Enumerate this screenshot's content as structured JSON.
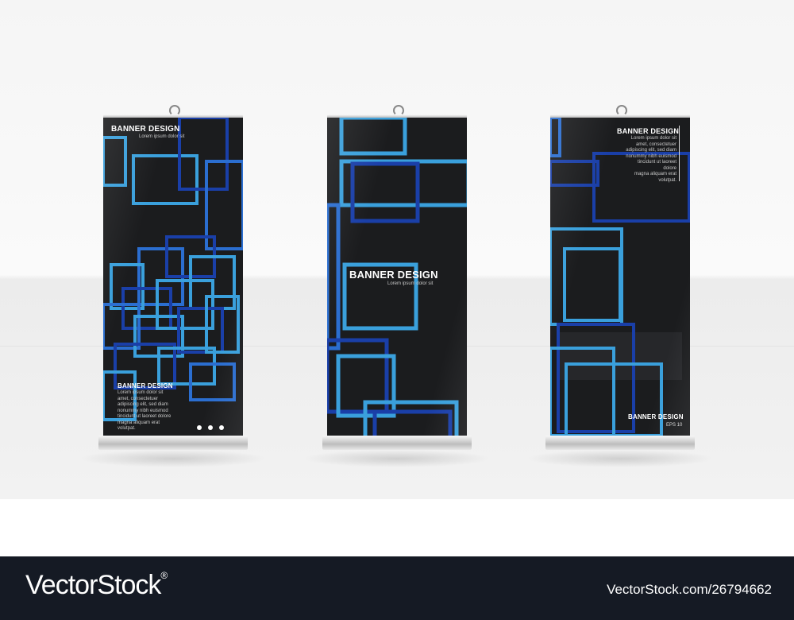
{
  "banners": [
    {
      "title": "BANNER DESIGN",
      "subtitle": "Lorem ipsum dolor sit",
      "lower_title": "BANNER DESIGN",
      "lower_body": [
        "Lorem ipsum dolor sit",
        "amet, consectetuer",
        "adipiscing elit, sed diam",
        "nonummy nibh euismod",
        "tincidunt ut laoreet dolore",
        "magna aliquam erat",
        "volutpat."
      ]
    },
    {
      "title": "BANNER DESIGN",
      "subtitle": "Lorem ipsum dolor sit"
    },
    {
      "title": "BANNER DESIGN",
      "body": [
        "Lorem ipsum dolor sit",
        "amet, consectetuer",
        "adipiscing elit, sed diam",
        "nonummy nibh euismod",
        "tincidunt ut laoreet dolore",
        "magna aliquam erat",
        "volutpat."
      ],
      "lower_title": "BANNER DESIGN",
      "eps": "EPS 10"
    }
  ],
  "colors": {
    "banner_bg": "#1b1c1e",
    "accent_light": "#3aa0dc",
    "accent_dark": "#1a3fa8",
    "footer_bg": "#151a24"
  },
  "footer": {
    "brand": "VectorStock",
    "registered": "®",
    "credit": "VectorStock.com/26794662"
  }
}
